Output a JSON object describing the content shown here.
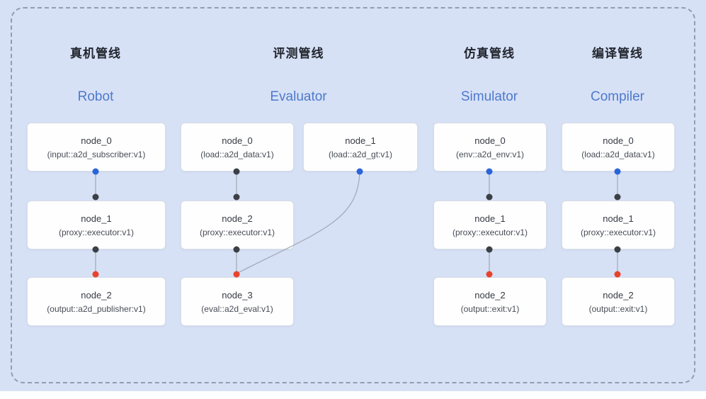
{
  "pipelines": [
    {
      "title_zh": "真机管线",
      "title_en": "Robot",
      "nodes": [
        {
          "name": "node_0",
          "type": "(input::a2d_subscriber:v1)"
        },
        {
          "name": "node_1",
          "type": "(proxy::executor:v1)"
        },
        {
          "name": "node_2",
          "type": "(output::a2d_publisher:v1)"
        }
      ]
    },
    {
      "title_zh": "评测管线",
      "title_en": "Evaluator",
      "nodes": [
        {
          "name": "node_0",
          "type": "(load::a2d_data:v1)"
        },
        {
          "name": "node_1",
          "type": "(load::a2d_gt:v1)"
        },
        {
          "name": "node_2",
          "type": "(proxy::executor:v1)"
        },
        {
          "name": "node_3",
          "type": "(eval::a2d_eval:v1)"
        }
      ]
    },
    {
      "title_zh": "仿真管线",
      "title_en": "Simulator",
      "nodes": [
        {
          "name": "node_0",
          "type": "(env::a2d_env:v1)"
        },
        {
          "name": "node_1",
          "type": "(proxy::executor:v1)"
        },
        {
          "name": "node_2",
          "type": "(output::exit:v1)"
        }
      ]
    },
    {
      "title_zh": "编译管线",
      "title_en": "Compiler",
      "nodes": [
        {
          "name": "node_0",
          "type": "(load::a2d_data:v1)"
        },
        {
          "name": "node_1",
          "type": "(proxy::executor:v1)"
        },
        {
          "name": "node_2",
          "type": "(output::exit:v1)"
        }
      ]
    }
  ],
  "colors": {
    "background": "#d7e1f6",
    "frame_dash": "#939dad",
    "title_accent": "#4e79cb",
    "port_blue": "#2a64d9",
    "port_dark": "#3b3f46",
    "port_red": "#e8432c",
    "edge": "#a3abb8"
  }
}
